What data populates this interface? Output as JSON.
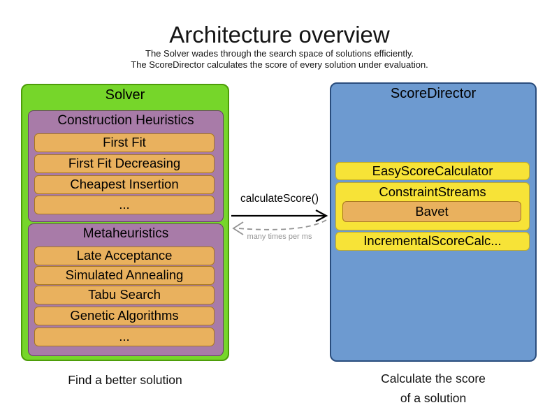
{
  "title": "Architecture overview",
  "subtitle_line1": "The Solver wades through the search space of solutions efficiently.",
  "subtitle_line2": "The ScoreDirector calculates the score of every solution under evaluation.",
  "solver": {
    "label": "Solver",
    "caption": "Find a better solution",
    "construction_heuristics": {
      "label": "Construction Heuristics",
      "items": [
        "First Fit",
        "First Fit Decreasing",
        "Cheapest Insertion",
        "..."
      ]
    },
    "metaheuristics": {
      "label": "Metaheuristics",
      "items": [
        "Late Acceptance",
        "Simulated Annealing",
        "Tabu Search",
        "Genetic Algorithms",
        "..."
      ]
    }
  },
  "score_director": {
    "label": "ScoreDirector",
    "caption_line1": "Calculate the score",
    "caption_line2": "of a solution",
    "calculators": [
      "EasyScoreCalculator",
      "ConstraintStreams",
      "IncrementalScoreCalc..."
    ],
    "constraint_streams_impl": "Bavet"
  },
  "arrow": {
    "call_label": "calculateScore()",
    "frequency_label": "many times per ms"
  },
  "colors": {
    "solver_green": "#76d62a",
    "solver_green_border": "#4d9d09",
    "phase_purple": "#a87ba8",
    "phase_purple_border": "#653a66",
    "item_orange": "#e9b15e",
    "item_orange_border": "#a87820",
    "director_blue": "#6d9ad0",
    "director_blue_border": "#2a4d7d",
    "calculator_yellow": "#f7e337",
    "calculator_yellow_border": "#c2ac25",
    "arrow_black": "#000000",
    "dashed_gray": "#949494"
  }
}
